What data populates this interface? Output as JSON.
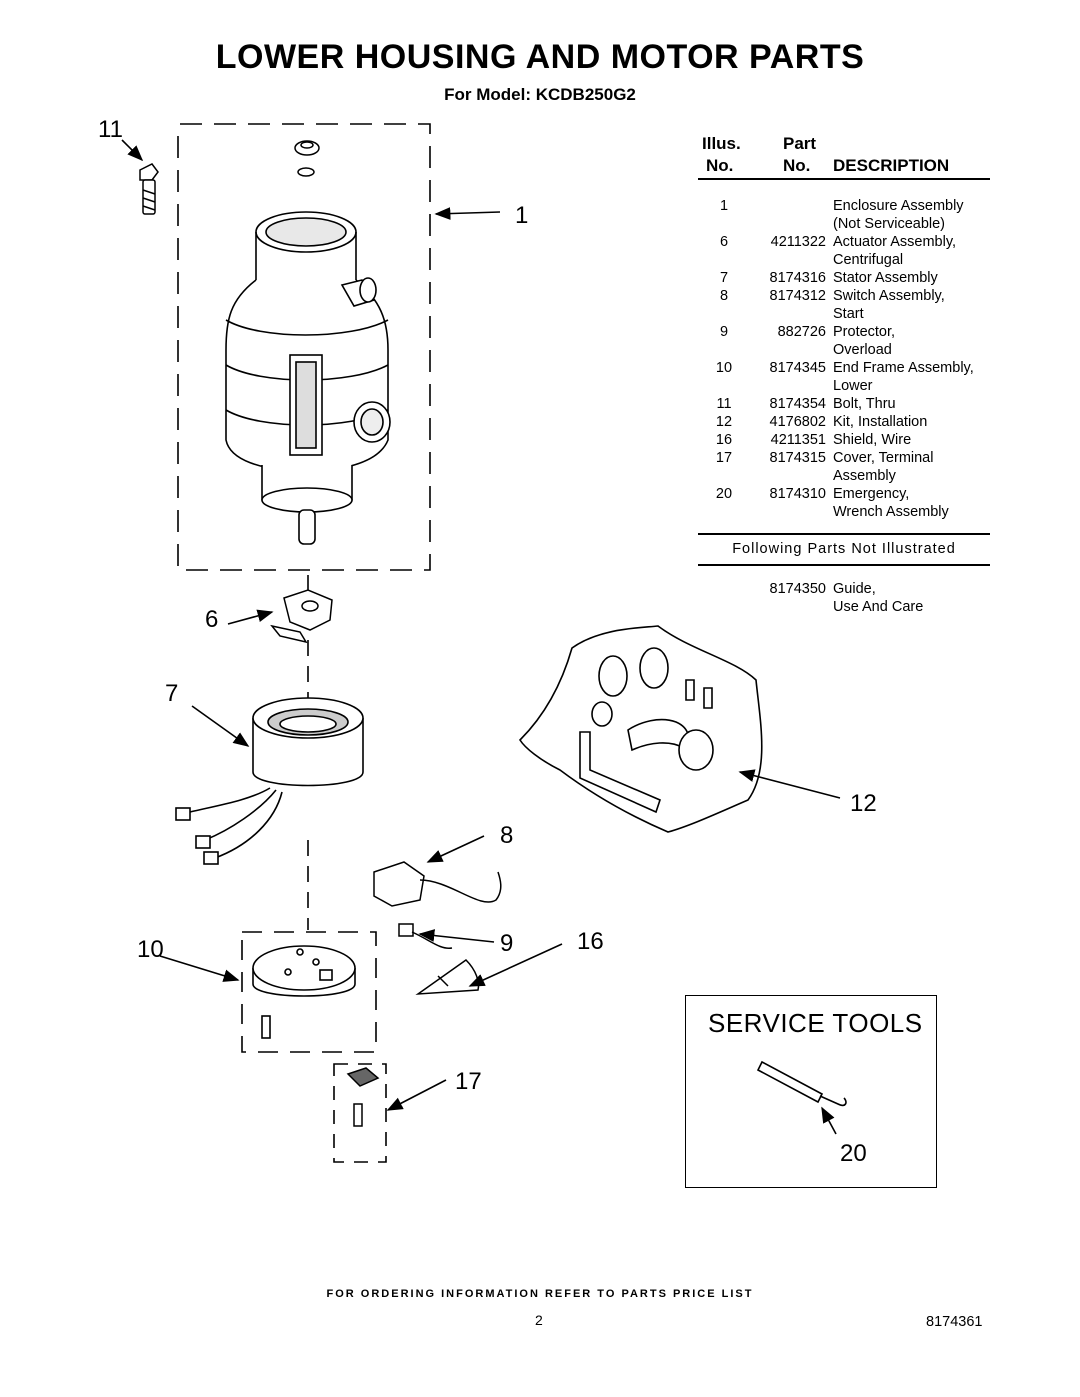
{
  "header": {
    "title": "LOWER HOUSING AND MOTOR PARTS",
    "subtitle": "For Model: KCDB250G2"
  },
  "callouts": [
    "11",
    "1",
    "6",
    "7",
    "12",
    "8",
    "10",
    "9",
    "16",
    "17",
    "20"
  ],
  "parts_table": {
    "col1_line1": "Illus.",
    "col1_line2": "No.",
    "col2_line1": "Part",
    "col2_line2": "No.",
    "col3": "DESCRIPTION",
    "rows": [
      {
        "illus": "1",
        "part": "",
        "desc": "Enclosure Assembly",
        "desc2": "(Not Serviceable)"
      },
      {
        "illus": "6",
        "part": "4211322",
        "desc": "Actuator Assembly,",
        "desc2": "Centrifugal"
      },
      {
        "illus": "7",
        "part": "8174316",
        "desc": "Stator Assembly",
        "desc2": ""
      },
      {
        "illus": "8",
        "part": "8174312",
        "desc": "Switch Assembly,",
        "desc2": "Start"
      },
      {
        "illus": "9",
        "part": "882726",
        "desc": "Protector,",
        "desc2": "Overload"
      },
      {
        "illus": "10",
        "part": "8174345",
        "desc": "End Frame Assembly,",
        "desc2": "Lower"
      },
      {
        "illus": "11",
        "part": "8174354",
        "desc": "Bolt, Thru",
        "desc2": ""
      },
      {
        "illus": "12",
        "part": "4176802",
        "desc": "Kit, Installation",
        "desc2": ""
      },
      {
        "illus": "16",
        "part": "4211351",
        "desc": "Shield, Wire",
        "desc2": ""
      },
      {
        "illus": "17",
        "part": "8174315",
        "desc": "Cover, Terminal",
        "desc2": "Assembly"
      },
      {
        "illus": "20",
        "part": "8174310",
        "desc": "Emergency,",
        "desc2": "Wrench Assembly"
      }
    ],
    "not_illustrated_label": "Following Parts Not Illustrated",
    "not_illustrated_rows": [
      {
        "part": "8174350",
        "desc": "Guide,",
        "desc2": "Use And Care"
      }
    ]
  },
  "service_tools": {
    "title": "SERVICE TOOLS"
  },
  "footer": {
    "ordering_note": "FOR ORDERING INFORMATION REFER TO PARTS PRICE LIST",
    "page_number": "2",
    "document_number": "8174361"
  }
}
